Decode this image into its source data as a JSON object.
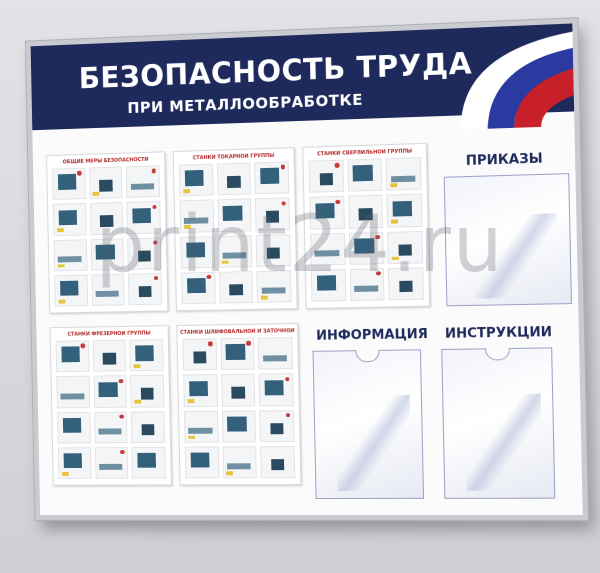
{
  "header": {
    "title": "БЕЗОПАСНОСТЬ ТРУДА",
    "subtitle": "ПРИ МЕТАЛЛООБРАБОТКЕ"
  },
  "sections": {
    "orders": "ПРИКАЗЫ",
    "information": "ИНФОРМАЦИЯ",
    "instructions": "ИНСТРУКЦИИ"
  },
  "posters": [
    {
      "title": "ОБЩИЕ МЕРЫ БЕЗОПАСНОСТИ"
    },
    {
      "title": "СТАНКИ ТОКАРНОЙ ГРУППЫ"
    },
    {
      "title": "СТАНКИ СВЕРЛИЛЬНОЙ ГРУППЫ"
    },
    {
      "title": "СТАНКИ ФРЕЗЕРНОЙ ГРУППЫ"
    },
    {
      "title": "СТАНКИ ШЛИФОВАЛЬНОЙ И ЗАТОЧНОЙ ГРУППЫ"
    }
  ],
  "watermark": "print24.ru",
  "colors": {
    "header_navy": "#1f2a5c",
    "flag_blue": "#2a3aa0",
    "flag_red": "#c8202a",
    "poster_red": "#b22a2a"
  },
  "icons": [
    "flag-swoosh-icon"
  ]
}
